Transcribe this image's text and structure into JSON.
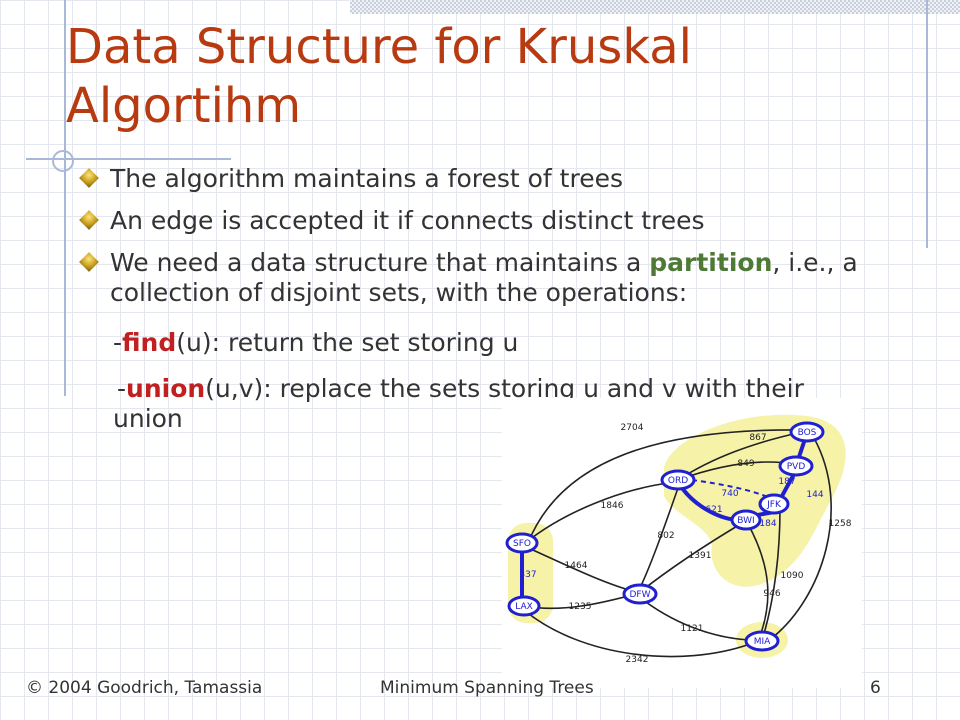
{
  "slide": {
    "title": "Data Structure for Kruskal Algortihm",
    "bullets": [
      "The algorithm maintains a forest of trees",
      "An edge is accepted it if connects distinct trees"
    ],
    "bullet3": {
      "pre": "We need a data structure that maintains a ",
      "highlight": "partition",
      "post": ", i.e., a collection of disjoint sets, with the operations:"
    },
    "sub1": {
      "dash": "-",
      "op": "find",
      "rest": "(u): return the set storing u"
    },
    "sub2": {
      "dash": "-",
      "op": "union",
      "rest": "(u,v): replace the sets storing u and v with their union"
    }
  },
  "graph": {
    "nodes": {
      "SFO": "SFO",
      "LAX": "LAX",
      "DFW": "DFW",
      "ORD": "ORD",
      "JFK": "JFK",
      "BOS": "BOS",
      "PVD": "PVD",
      "BWI": "BWI",
      "MIA": "MIA"
    },
    "edge_weights": {
      "e2704": "2704",
      "e867": "867",
      "e849": "849",
      "e187": "187",
      "e740": "740",
      "e621": "621",
      "e144": "144",
      "e184": "184",
      "e1846": "1846",
      "e802": "802",
      "e1391": "1391",
      "e1258": "1258",
      "e337": "337",
      "e1464": "1464",
      "e1235": "1235",
      "e1090": "1090",
      "e946": "946",
      "e1121": "1121",
      "e2342": "2342"
    }
  },
  "footer": {
    "copyright": "© 2004 Goodrich, Tamassia",
    "center": "Minimum Spanning Trees",
    "page": "6"
  },
  "colors": {
    "title": "#b83a10",
    "partition": "#4f7a36",
    "operation": "#c02020",
    "node_blue": "#2020d0",
    "cluster": "#f6f2a8"
  }
}
